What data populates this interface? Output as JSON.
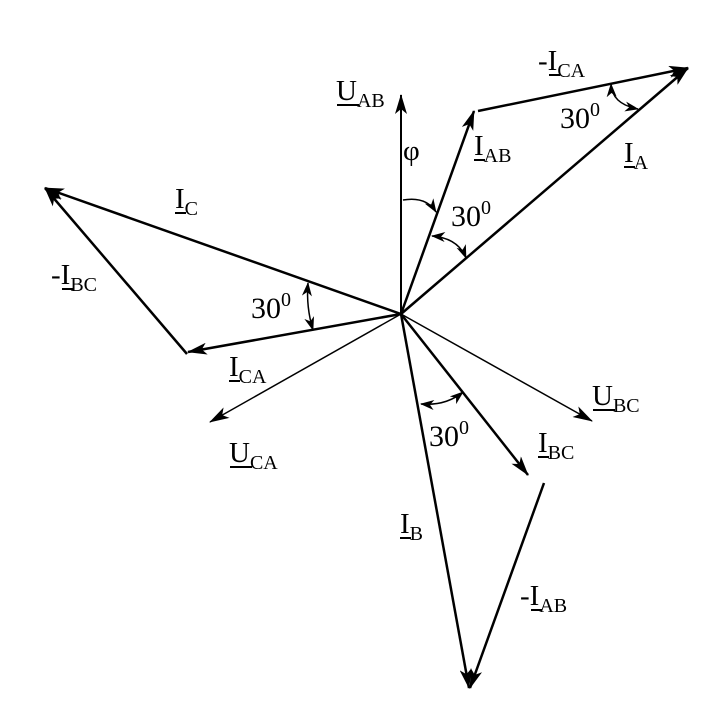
{
  "labels": {
    "u_ab": {
      "main": "U",
      "sub": "AB"
    },
    "u_bc": {
      "main": "U",
      "sub": "BC"
    },
    "u_ca": {
      "main": "U",
      "sub": "CA"
    },
    "i_ab": {
      "main": "I",
      "sub": "AB"
    },
    "i_bc": {
      "main": "I",
      "sub": "BC"
    },
    "i_ca": {
      "main": "I",
      "sub": "CA"
    },
    "i_a": {
      "main": "I",
      "sub": "A"
    },
    "i_b": {
      "main": "I",
      "sub": "B"
    },
    "i_c": {
      "main": "I",
      "sub": "C"
    },
    "neg_i_ca": {
      "prefix": "-",
      "main": "I",
      "sub": "CA"
    },
    "neg_i_bc": {
      "prefix": "-",
      "main": "I",
      "sub": "BC"
    },
    "neg_i_ab": {
      "prefix": "-",
      "main": "I",
      "sub": "AB"
    },
    "phi": "φ"
  },
  "angles": [
    {
      "value": "30",
      "sup": "0"
    },
    {
      "value": "30",
      "sup": "0"
    },
    {
      "value": "30",
      "sup": "0"
    },
    {
      "value": "30",
      "sup": "0"
    }
  ],
  "colors": {
    "ink": "#000000",
    "background": "#ffffff"
  }
}
